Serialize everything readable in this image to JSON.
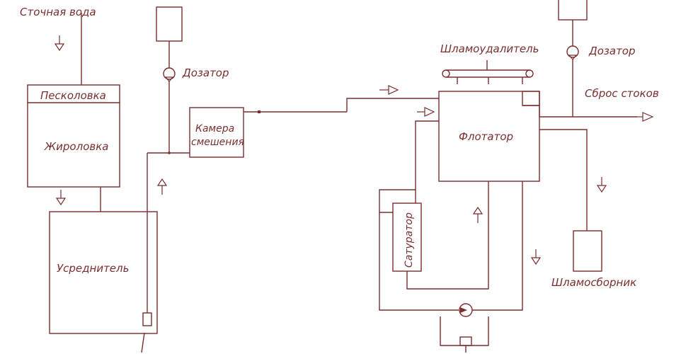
{
  "labels": {
    "wastewater": "Сточная вода",
    "sand_trap": "Песколовка",
    "grease_trap": "Жироловка",
    "equalizer": "Усреднитель",
    "doser_left": "Дозатор",
    "mixing_chamber_1": "Камера",
    "mixing_chamber_2": "смешения",
    "sludge_remover": "Шламоудалитель",
    "flotator": "Флотатор",
    "saturator": "Сатуратор",
    "doser_right": "Дозатор",
    "discharge": "Сброс стоков",
    "sludge_collector": "Шламосборник"
  }
}
